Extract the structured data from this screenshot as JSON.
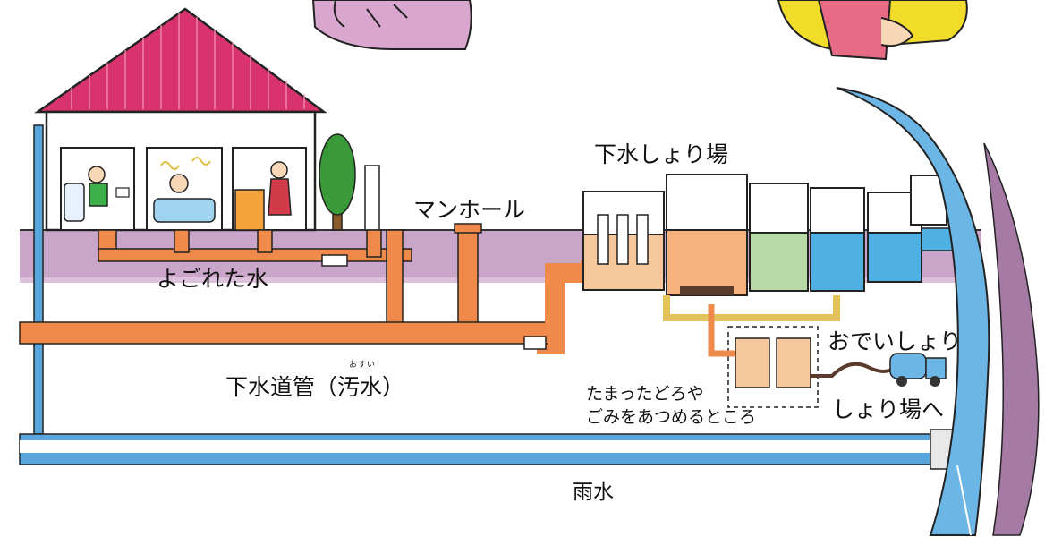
{
  "labels": {
    "treatment_plant": "下水しょり場",
    "manhole": "マンホール",
    "dirty_water": "よごれた水",
    "sewer_pipe": "下水道管（汚水）",
    "sewer_ruby": "おすい",
    "sludge": "おでいしょり",
    "to_plant": "しょり場へ",
    "collection_line1": "たまったどろや",
    "collection_line2": "ごみをあつめるところ",
    "rain_water": "雨水"
  },
  "colors": {
    "roof": "#d8336e",
    "ground": "#c9a6c9",
    "dirty_pipe": "#f08a4b",
    "rain_pipe": "#58a6dc",
    "river": "#6cb6e6",
    "clean_water": "#4fb0e3",
    "tree": "#3a9a3a"
  },
  "icons": [
    "house-icon",
    "toilet-person-icon",
    "bath-person-icon",
    "sink-person-icon",
    "tree-icon",
    "manhole-icon",
    "treatment-tanks-icon",
    "truck-icon",
    "river-icon",
    "reading-person-icon"
  ]
}
